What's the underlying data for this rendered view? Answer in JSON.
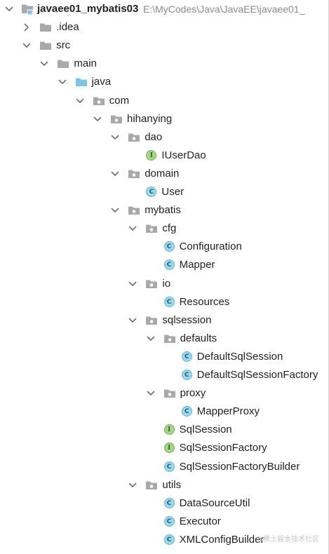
{
  "project_tree": {
    "root": {
      "name": "javaee01_mybatis03",
      "path": "E:\\MyCodes\\Java\\JavaEE\\javaee01_"
    },
    "nodes": [
      {
        "label": "javaee01_mybatis03"
      },
      {
        "label": ".idea"
      },
      {
        "label": "src"
      },
      {
        "label": "main"
      },
      {
        "label": "java"
      },
      {
        "label": "com"
      },
      {
        "label": "hihanying"
      },
      {
        "label": "dao"
      },
      {
        "label": "IUserDao",
        "badge": "I"
      },
      {
        "label": "domain"
      },
      {
        "label": "User",
        "badge": "C"
      },
      {
        "label": "mybatis"
      },
      {
        "label": "cfg"
      },
      {
        "label": "Configuration",
        "badge": "C"
      },
      {
        "label": "Mapper",
        "badge": "C"
      },
      {
        "label": "io"
      },
      {
        "label": "Resources",
        "badge": "C"
      },
      {
        "label": "sqlsession"
      },
      {
        "label": "defaults"
      },
      {
        "label": "DefaultSqlSession",
        "badge": "C"
      },
      {
        "label": "DefaultSqlSessionFactory",
        "badge": "C"
      },
      {
        "label": "proxy"
      },
      {
        "label": "MapperProxy",
        "badge": "C"
      },
      {
        "label": "SqlSession",
        "badge": "I"
      },
      {
        "label": "SqlSessionFactory",
        "badge": "I"
      },
      {
        "label": "SqlSessionFactoryBuilder",
        "badge": "C"
      },
      {
        "label": "utils"
      },
      {
        "label": "DataSourceUtil",
        "badge": "C"
      },
      {
        "label": "Executor",
        "badge": "C"
      },
      {
        "label": "XMLConfigBuilder",
        "badge": "C"
      }
    ]
  },
  "watermark": "@稀土掘金技术社区",
  "colors": {
    "folder": "#a9a9a9",
    "source_folder": "#7fc4e4",
    "package_dot": "#ffffff",
    "chevron": "#6e6e6e",
    "class_badge": "#9fd6e8",
    "interface_badge": "#a6d489",
    "path_text": "#8a8a8a"
  },
  "icons": {
    "expanded": "chevron-down-icon",
    "collapsed": "chevron-right-icon",
    "module": "module-folder-icon",
    "folder": "folder-icon",
    "source_folder": "source-folder-icon",
    "package": "package-icon",
    "class": "class-icon",
    "interface": "interface-icon"
  }
}
